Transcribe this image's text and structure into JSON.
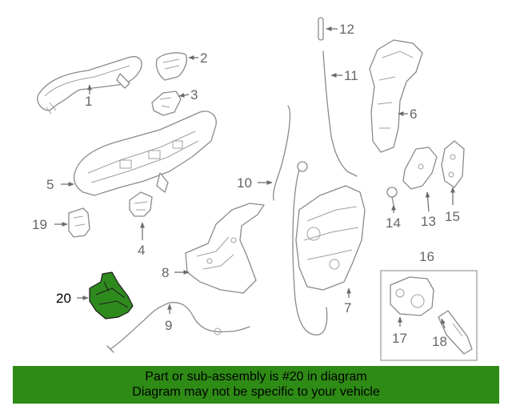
{
  "callouts": [
    "1",
    "2",
    "3",
    "4",
    "5",
    "6",
    "7",
    "8",
    "9",
    "10",
    "11",
    "12",
    "13",
    "14",
    "15",
    "16",
    "17",
    "18",
    "19",
    "20"
  ],
  "highlighted_part": "20",
  "banner": {
    "line1": "Part or sub-assembly is #20 in diagram",
    "line2": "Diagram may not be specific to your vehicle",
    "color": "#2e8b15"
  },
  "highlight_color": "#2f8a1e"
}
